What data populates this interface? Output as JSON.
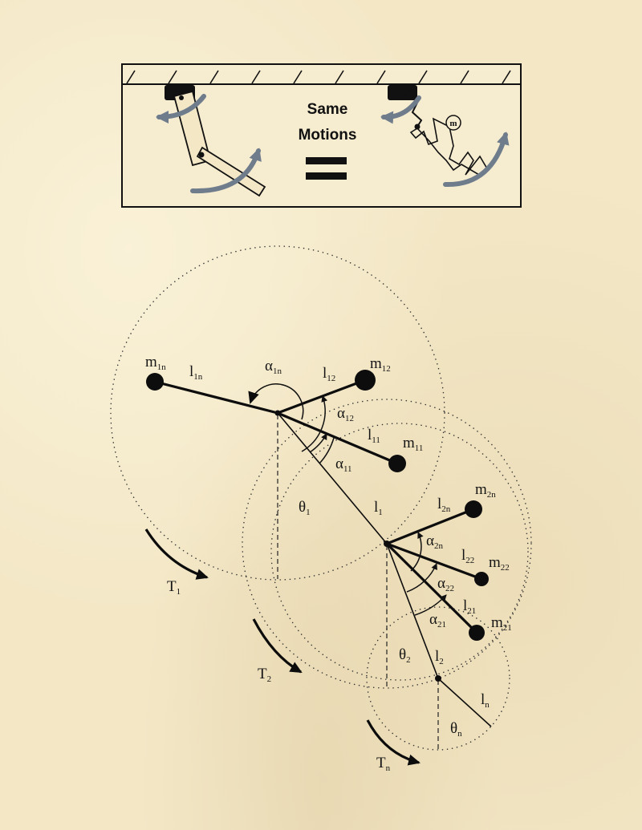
{
  "header_panel": {
    "caption_line1": "Same",
    "caption_line2": "Motions",
    "equals_sign": "=",
    "mass_label": "m"
  },
  "labels": {
    "m1n": {
      "base": "m",
      "sub": "1n"
    },
    "l1n": {
      "base": "l",
      "sub": "1n"
    },
    "a1n": {
      "base": "α",
      "sub": "1n"
    },
    "l12": {
      "base": "l",
      "sub": "12"
    },
    "m12": {
      "base": "m",
      "sub": "12"
    },
    "a12": {
      "base": "α",
      "sub": "12"
    },
    "l11": {
      "base": "l",
      "sub": "11"
    },
    "m11": {
      "base": "m",
      "sub": "11"
    },
    "a11": {
      "base": "α",
      "sub": "11"
    },
    "theta1": {
      "base": "θ",
      "sub": "1"
    },
    "l1": {
      "base": "l",
      "sub": "1"
    },
    "T1": {
      "base": "T",
      "sub": "1"
    },
    "m2n": {
      "base": "m",
      "sub": "2n"
    },
    "l2n": {
      "base": "l",
      "sub": "2n"
    },
    "a2n": {
      "base": "α",
      "sub": "2n"
    },
    "l22": {
      "base": "l",
      "sub": "22"
    },
    "m22": {
      "base": "m",
      "sub": "22"
    },
    "a22": {
      "base": "α",
      "sub": "22"
    },
    "l21": {
      "base": "l",
      "sub": "21"
    },
    "m21": {
      "base": "m",
      "sub": "21"
    },
    "a21": {
      "base": "α",
      "sub": "21"
    },
    "theta2": {
      "base": "θ",
      "sub": "2"
    },
    "l2": {
      "base": "l",
      "sub": "2"
    },
    "T2": {
      "base": "T",
      "sub": "2"
    },
    "ln": {
      "base": "l",
      "sub": "n"
    },
    "thetan": {
      "base": "θ",
      "sub": "n"
    },
    "Tn": {
      "base": "T",
      "sub": "n"
    }
  },
  "colors": {
    "paper": "#f3e7c6",
    "ink": "#0d0d0d",
    "motion_arrow": "#6f7c8c"
  },
  "icons": {
    "pivot_mount": "bracket-icon",
    "motion_arrow": "curved-arrow-icon"
  }
}
